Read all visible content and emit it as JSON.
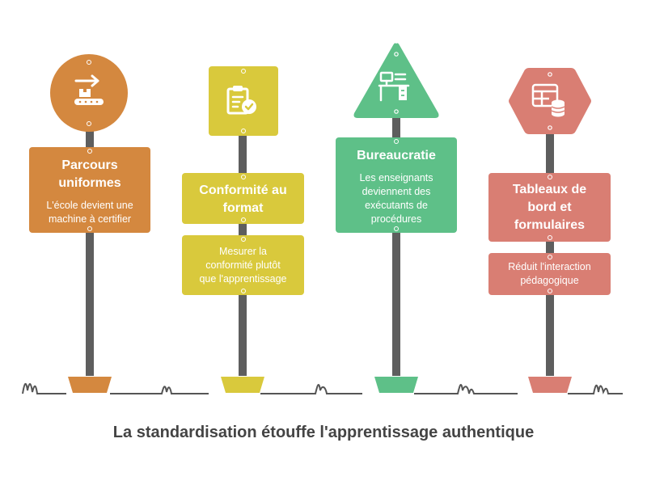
{
  "title": "La standardisation étouffe l'apprentissage authentique",
  "colors": {
    "orange": "#D4883F",
    "yellow": "#D9C93C",
    "green": "#5EC088",
    "red": "#D97E73",
    "pole": "#5e5e5e",
    "ground": "#555555",
    "title_text": "#444444"
  },
  "signs": [
    {
      "id": "parcours",
      "icon": "conveyor-belt-icon",
      "icon_shape": "circle",
      "title": "Parcours uniformes",
      "description": "L'école devient une machine à certifier"
    },
    {
      "id": "conformite",
      "icon": "clipboard-check-icon",
      "icon_shape": "square",
      "title": "Conformité au format",
      "description": "Mesurer la conformité plutôt que l'apprentissage"
    },
    {
      "id": "bureaucratie",
      "icon": "office-desk-icon",
      "icon_shape": "triangle",
      "title": "Bureaucratie",
      "description": "Les enseignants deviennent des exécutants de procédures"
    },
    {
      "id": "tableaux",
      "icon": "spreadsheet-database-icon",
      "icon_shape": "hexagon",
      "title": "Tableaux de bord et formulaires",
      "description": "Réduit l'interaction pédagogique"
    }
  ]
}
